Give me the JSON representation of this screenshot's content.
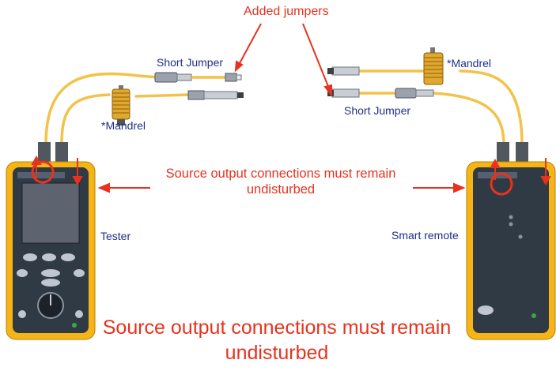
{
  "labels": {
    "added_jumpers": "Added jumpers",
    "short_jumper_left": "Short Jumper",
    "mandrel_left": "*Mandrel",
    "mandrel_right": "*Mandrel",
    "short_jumper_right": "Short Jumper",
    "source_note": "Source output connections must remain undisturbed",
    "tester": "Tester",
    "smart_remote": "Smart remote",
    "bottom_note": "Source output connections must remain undisturbed"
  },
  "colors": {
    "red": "#e8321e",
    "label_blue": "#1f2f87",
    "fiber_yellow": "#f3c24a",
    "device_yellow": "#f6b514",
    "device_dark": "#2f3a45"
  },
  "icons": [
    "fiber-cable",
    "mandrel-coil",
    "fiber-connector",
    "cable-tester-device",
    "smart-remote-device"
  ]
}
